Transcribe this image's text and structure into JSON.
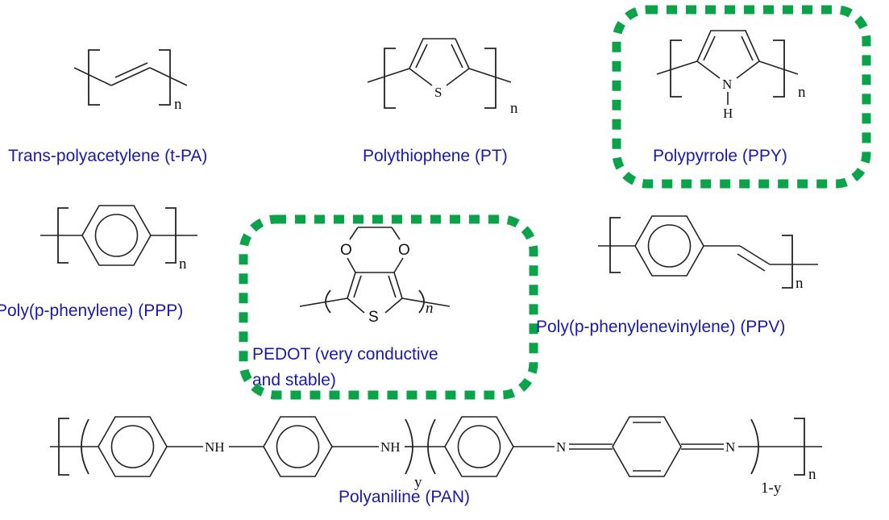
{
  "colors": {
    "label": "#1a1aa6",
    "highlight": "#0aa34a",
    "bond": "#222222"
  },
  "polymers": [
    {
      "id": "tpa",
      "label": "Trans-polyacetylene (t-PA)",
      "highlighted": false
    },
    {
      "id": "pt",
      "label": "Polythiophene (PT)",
      "highlighted": false
    },
    {
      "id": "ppy",
      "label": "Polypyrrole (PPY)",
      "highlighted": true
    },
    {
      "id": "ppp",
      "label": "Poly(p-phenylene) (PPP)",
      "highlighted": false
    },
    {
      "id": "pedot",
      "label_line1": "PEDOT (very conductive",
      "label_line2": "and stable)",
      "highlighted": true
    },
    {
      "id": "ppv",
      "label": "Poly(p-phenylenevinylene) (PPV)",
      "highlighted": false
    },
    {
      "id": "pan",
      "label": "Polyaniline (PAN)",
      "highlighted": false
    }
  ],
  "atoms": {
    "sulfur": "S",
    "nitrogen": "N",
    "hydrogen": "H",
    "oxygen": "O",
    "amine": "NH"
  },
  "subscripts": {
    "n": "n",
    "n_italic": "n",
    "y": "y",
    "one_minus_y": "1-y"
  }
}
